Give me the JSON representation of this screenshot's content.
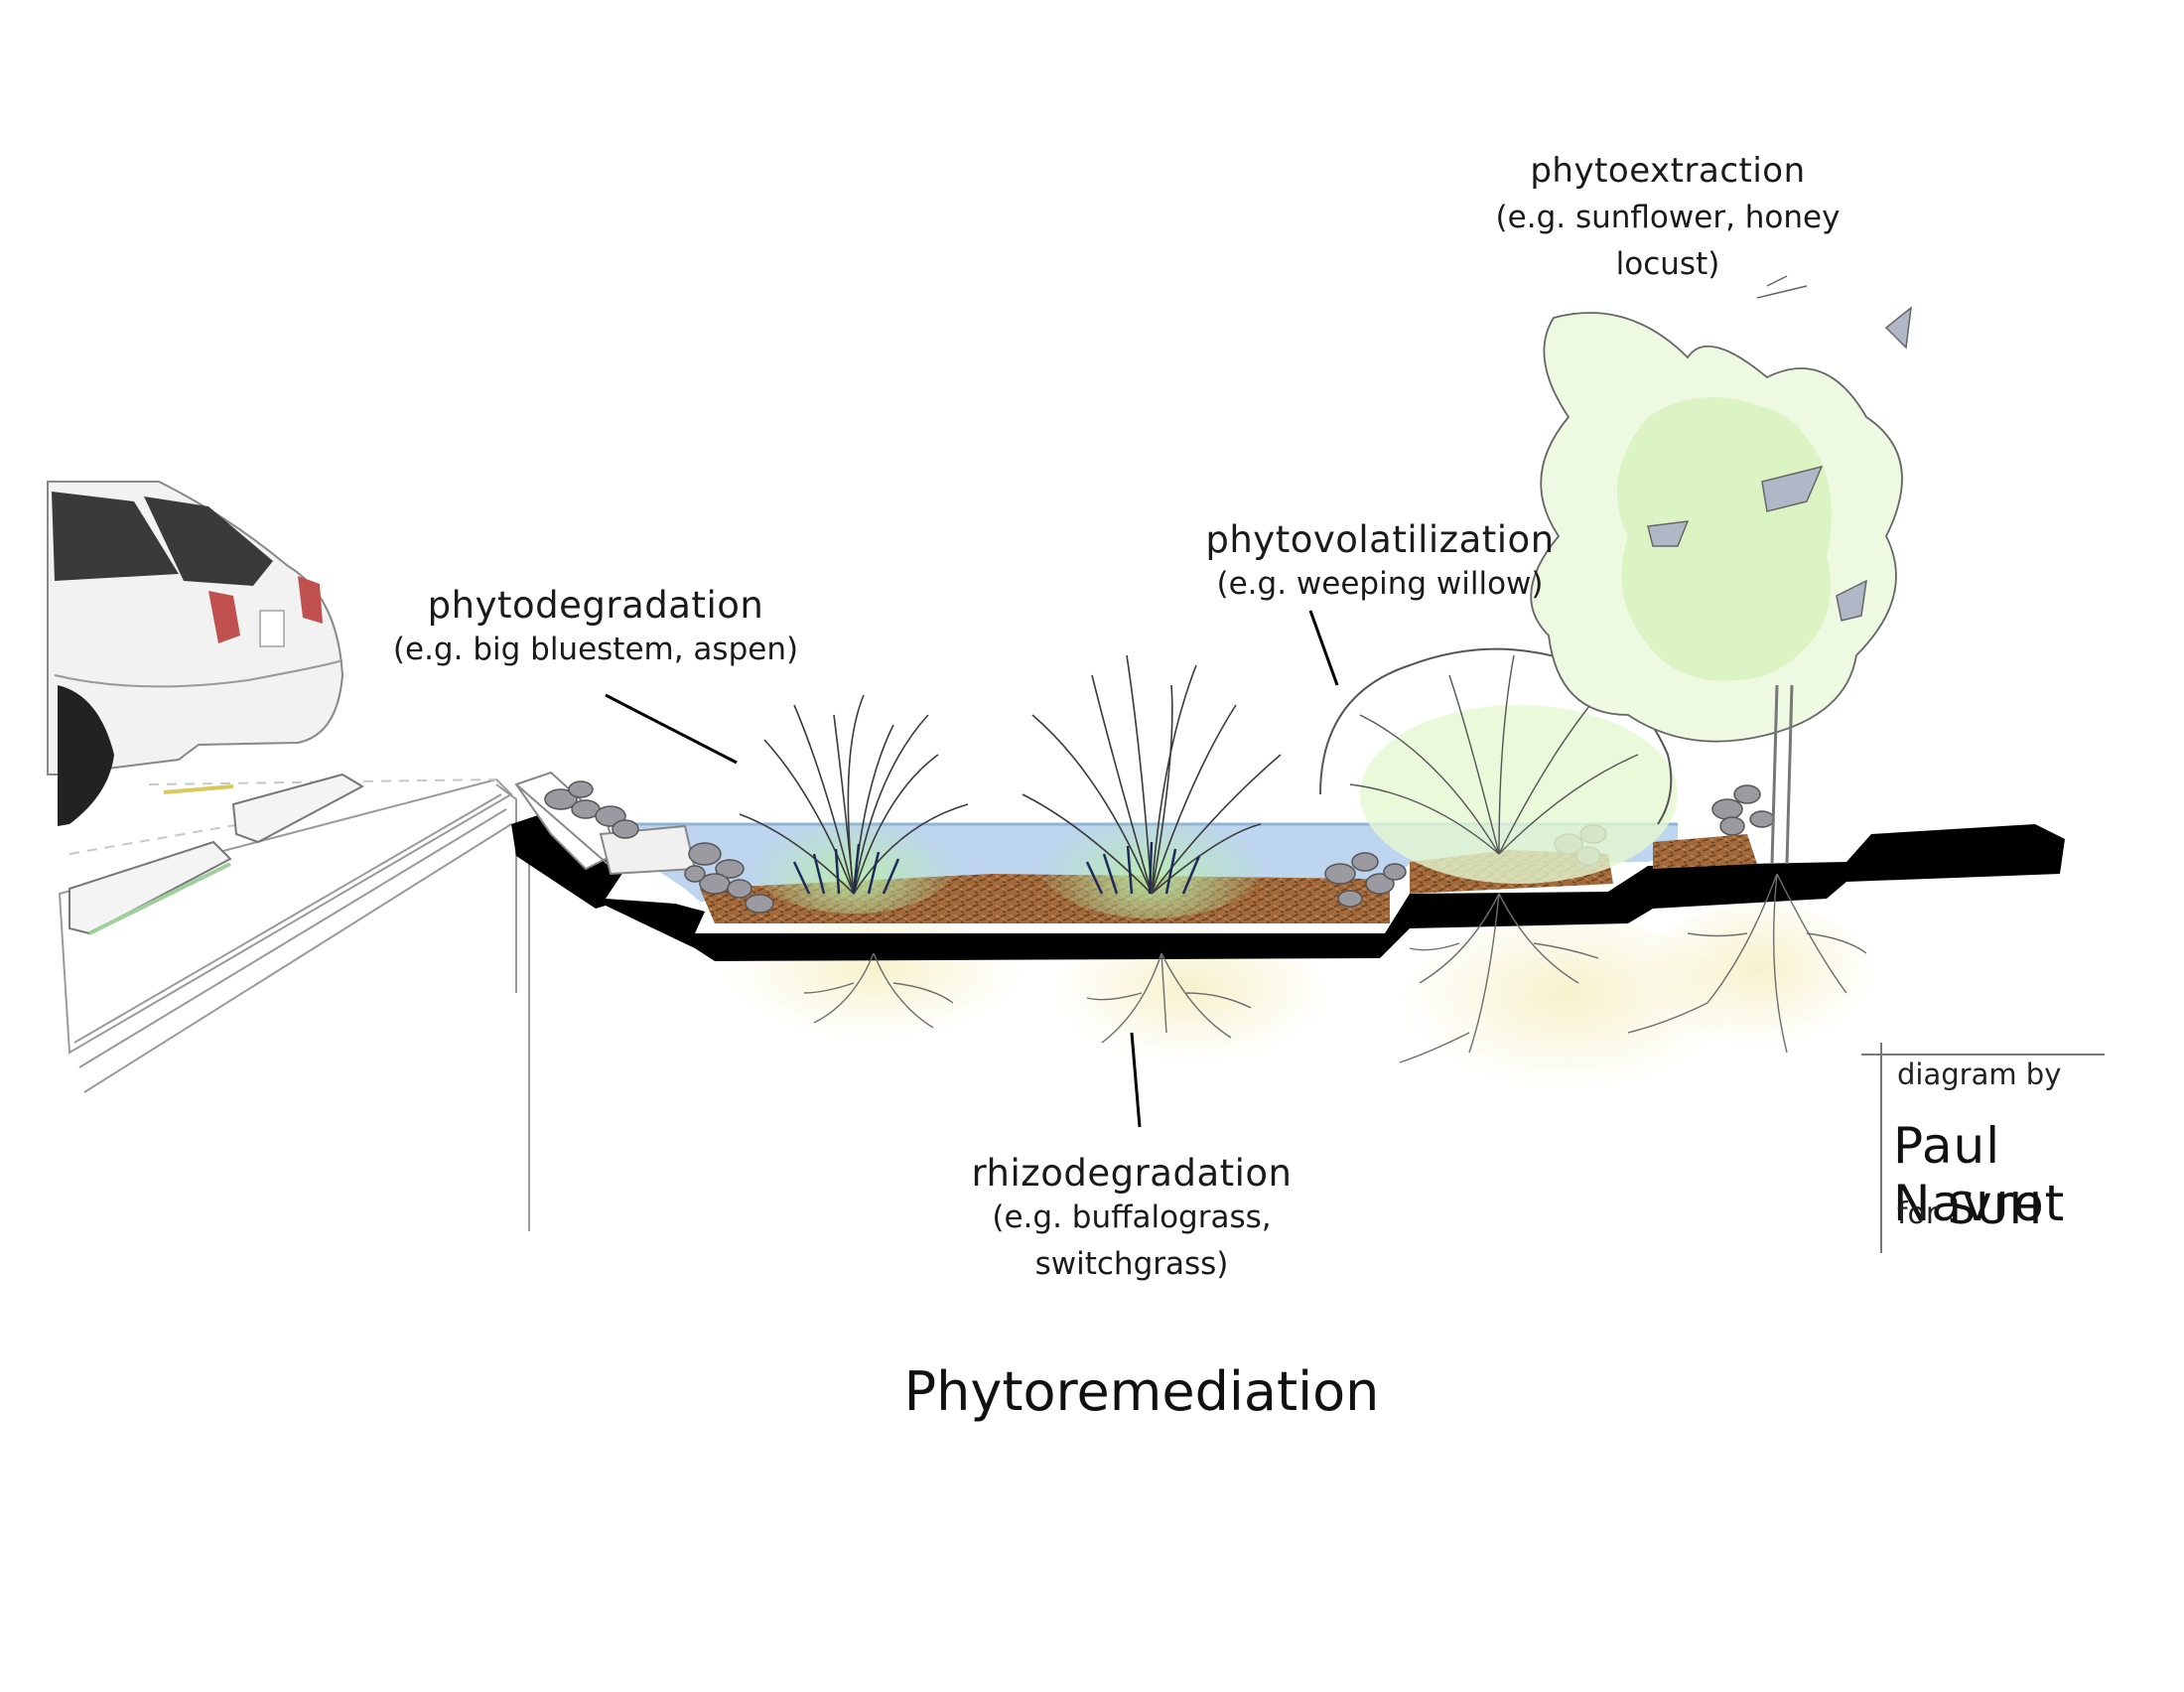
{
  "labels": {
    "phytodegradation": {
      "name": "phytodegradation",
      "example": "(e.g. big bluestem, aspen)"
    },
    "phytovolatilization": {
      "name": "phytovolatilization",
      "example": "(e.g. weeping willow)"
    },
    "phytoextraction": {
      "name": "phytoextraction",
      "example_line1": "(e.g. sunflower, honey",
      "example_line2": "locust)"
    },
    "rhizodegradation": {
      "name": "rhizodegradation",
      "example_line1": "(e.g. buffalograss,",
      "example_line2": "switchgrass)"
    }
  },
  "title": "Phytoremediation",
  "credit": {
    "line1": "diagram by",
    "author": "Paul Navrot",
    "for": "for",
    "org": "SUH"
  },
  "colors": {
    "water": "#b9d3ee",
    "mulch": "#a0693a",
    "liner": "#000000",
    "foliage": "#d9f5c4",
    "rock": "#9a9aa0",
    "car": "#f3f3f3"
  }
}
